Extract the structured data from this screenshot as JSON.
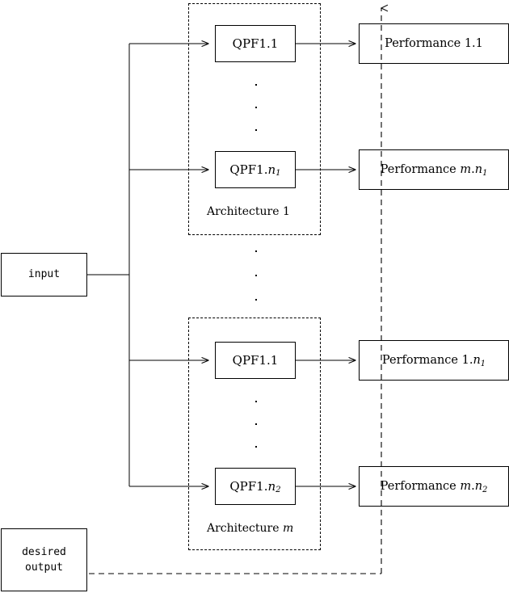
{
  "diagram": {
    "title": "Architecture / QPF performance evaluation block diagram",
    "stroke_color": "#000000",
    "background_color": "#ffffff"
  },
  "io_blocks": {
    "input": {
      "label": "input"
    },
    "desired_output": {
      "line1": "desired",
      "line2": "output"
    }
  },
  "architectures": [
    {
      "caption_prefix": "Architecture",
      "caption_index": "1",
      "caption_italic": false,
      "blocks": [
        {
          "name": "QPF1.1",
          "base": "QPF1.1",
          "sub": ""
        },
        {
          "name": "QPF1.n1",
          "base": "QPF1.n",
          "sub": "1",
          "var": "n"
        }
      ]
    },
    {
      "caption_prefix": "Architecture",
      "caption_index": "m",
      "caption_italic": true,
      "blocks": [
        {
          "name": "QPF1.1",
          "base": "QPF1.1",
          "sub": ""
        },
        {
          "name": "QPF1.n2",
          "base": "QPF1.n",
          "sub": "2",
          "var": "n"
        }
      ]
    }
  ],
  "performance_blocks": [
    {
      "prefix": "Performance",
      "first": "1",
      "first_italic": false,
      "second": "1",
      "second_italic": false,
      "sub": ""
    },
    {
      "prefix": "Performance",
      "first": "m",
      "first_italic": true,
      "second": "n",
      "second_italic": true,
      "sub": "1"
    },
    {
      "prefix": "Performance",
      "first": "1",
      "first_italic": false,
      "second": "n",
      "second_italic": true,
      "sub": "1"
    },
    {
      "prefix": "Performance",
      "first": "m",
      "first_italic": true,
      "second": "n",
      "second_italic": true,
      "sub": "2"
    }
  ],
  "qpf_box_text": {
    "b1": "QPF1.1",
    "b2_base": "QPF1.",
    "b2_var": "n",
    "b2_sub": "1",
    "b3": "QPF1.1",
    "b4_base": "QPF1.",
    "b4_var": "n",
    "b4_sub": "2"
  },
  "performance_text": {
    "p1": "Performance 1.1",
    "p2_prefix": "Performance ",
    "p2_var1": "m",
    "p2_dot": ".",
    "p2_var2": "n",
    "p2_sub": "1",
    "p3_prefix": "Performance 1.",
    "p3_var2": "n",
    "p3_sub": "1",
    "p4_prefix": "Performance ",
    "p4_var1": "m",
    "p4_dot": ".",
    "p4_var2": "n",
    "p4_sub": "2"
  },
  "captions": {
    "arch1_prefix": "Architecture ",
    "arch1_index": "1",
    "arch2_prefix": "Architecture ",
    "arch2_index": "m"
  },
  "connections": {
    "input_bus": "input fans out to all QPF blocks",
    "feedback": "desired output dashed line feeds back up through performance blocks"
  },
  "ellipsis_count": 3
}
